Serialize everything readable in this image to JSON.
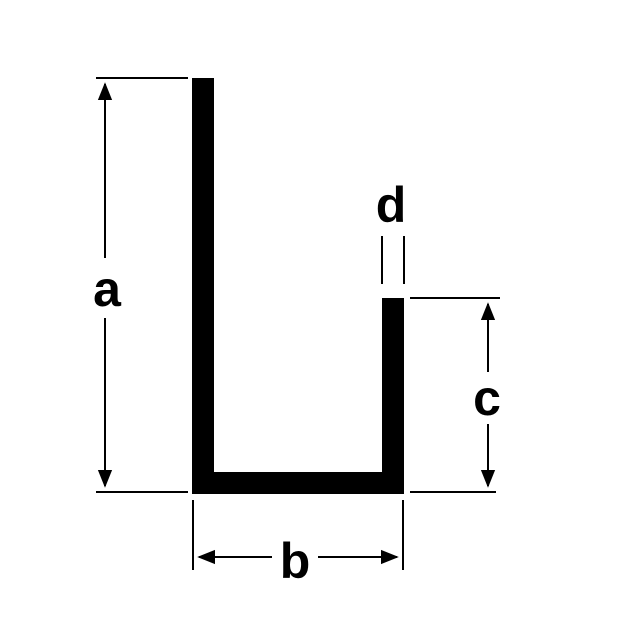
{
  "labels": {
    "a": "a",
    "b": "b",
    "c": "c",
    "d": "d"
  },
  "colors": {
    "profile": "#000000",
    "background": "#ffffff"
  }
}
